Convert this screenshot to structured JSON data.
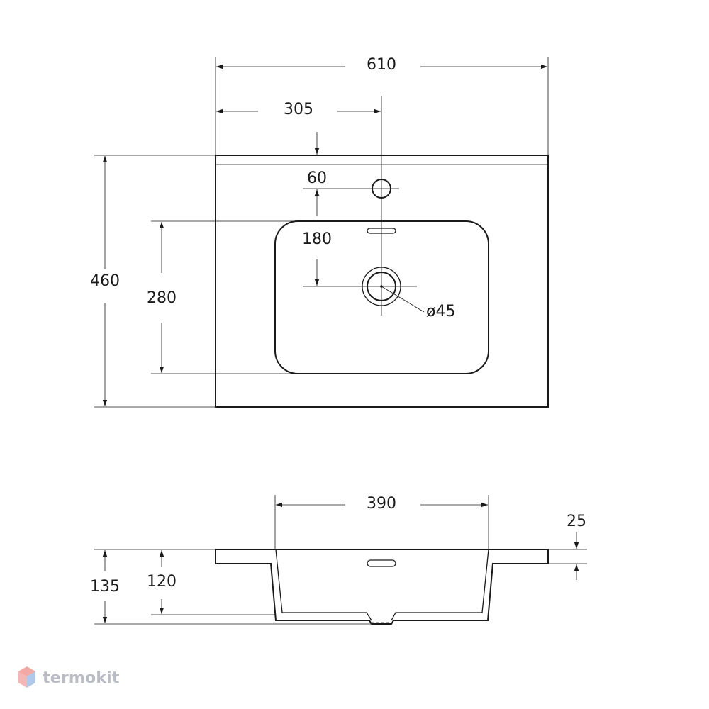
{
  "dimensions": {
    "total_width": "610",
    "center_offset": "305",
    "faucet_hole_offset": "60",
    "depth": "460",
    "bowl_length": "280",
    "drain_offset": "180",
    "drain_diameter": "ø45",
    "bowl_width": "390",
    "rim_thickness": "25",
    "total_height": "135",
    "bowl_height": "120"
  },
  "brand": {
    "name": "termokit",
    "logo_icon": "hexagon-logo-icon",
    "colors": {
      "red": "#e8605a",
      "blue": "#6f9bd9",
      "text": "#b9bcc4"
    }
  }
}
